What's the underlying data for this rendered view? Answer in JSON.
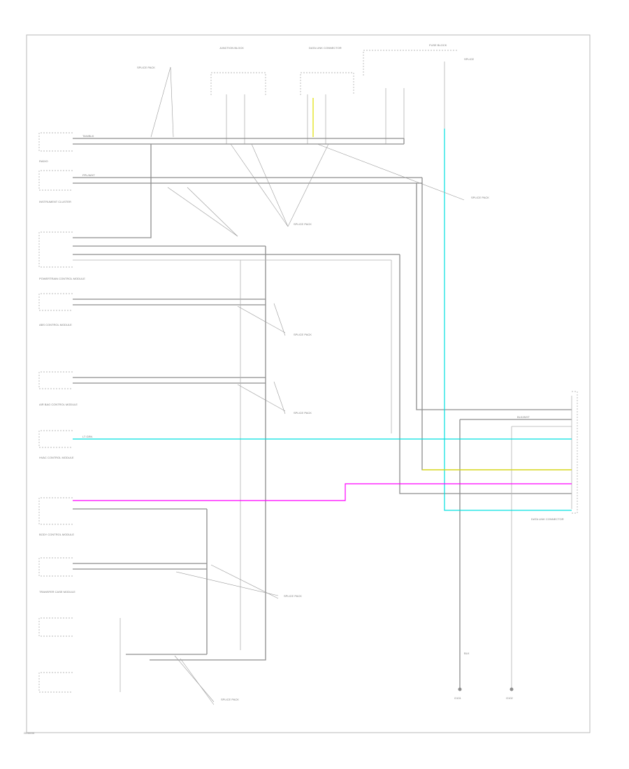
{
  "footer": {
    "code": "G00000"
  },
  "colors": {
    "cyan_wire": "#00e0e0",
    "magenta_wire": "#ff00ff",
    "yellow_wire": "#e0e000",
    "gray_wire": "#8d8d8d"
  },
  "labels": {
    "junction_block_top": "JUNCTION BLOCK",
    "data_link_top": "DATA LINK CONNECTOR",
    "fuse_top": "FUSE BLOCK",
    "splice_top": "SPLICE",
    "radio": "RADIO",
    "instrument_cluster": "INSTRUMENT CLUSTER",
    "pcm": "POWERTRAIN CONTROL MODULE",
    "abs": "ABS CONTROL MODULE",
    "airbag": "AIR BAG CONTROL MODULE",
    "hvac": "HVAC CONTROL MODULE",
    "body": "BODY CONTROL MODULE",
    "transfer": "TRANSFER CASE MODULE",
    "ground_g1": "G101",
    "ground_g2": "G102",
    "dlc_right": "DATA LINK CONNECTOR",
    "splice_note_1": "SPLICE PACK",
    "splice_note_2": "SPLICE PACK",
    "splice_note_3": "SPLICE PACK",
    "splice_note_4": "SPLICE PACK",
    "splice_note_5": "SPLICE PACK",
    "splice_note_6": "SPLICE PACK",
    "splice_note_7": "SPLICE PACK",
    "wire_a": "TAN/BLK",
    "wire_b": "PPL/WHT",
    "wire_c": "LT GRN",
    "wire_d": "BLK/WHT",
    "wire_e": "BLK"
  }
}
